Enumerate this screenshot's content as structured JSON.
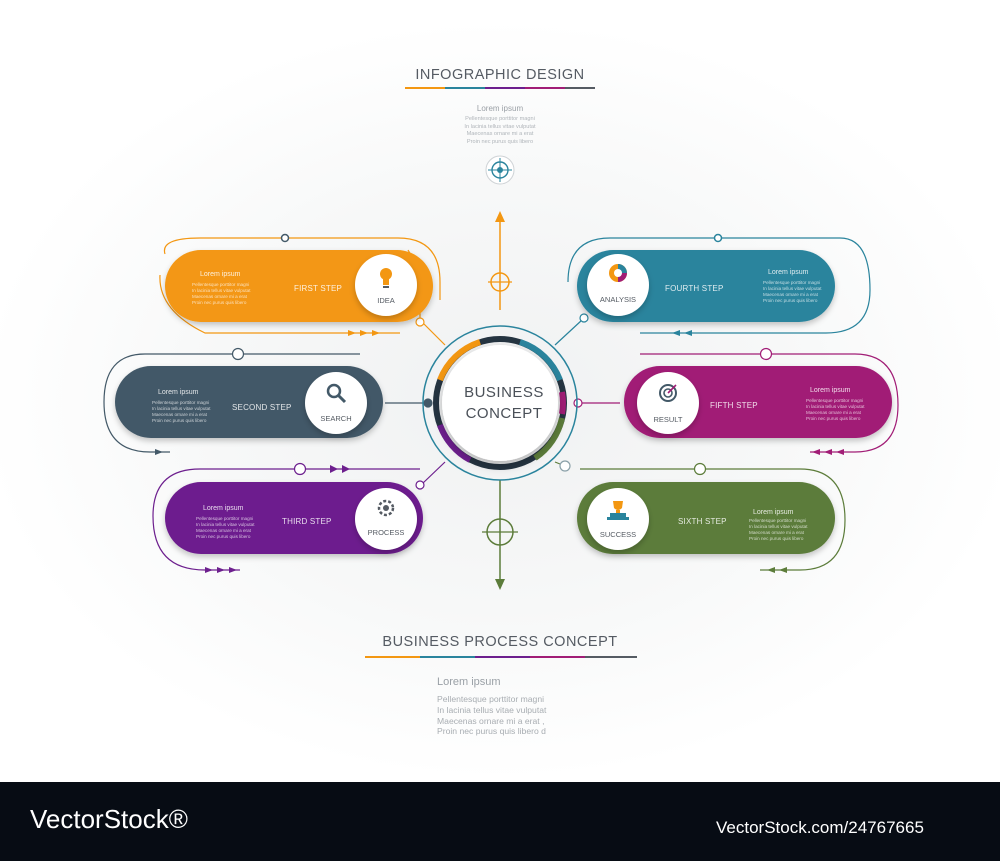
{
  "header": {
    "title": "INFOGRAPHIC DESIGN",
    "lorem": "Lorem ipsum",
    "body": "Pellentesque porttitor magni\nIn lacinia tellus vitae vulputat\nMaecenas ornare mi a erat\nProin nec purus quis libero"
  },
  "center": {
    "line1": "BUSINESS",
    "line2": "CONCEPT"
  },
  "steps": [
    {
      "label": "FIRST STEP",
      "icon_label": "IDEA",
      "icon": "lightbulb-icon",
      "color": "#f39712",
      "lorem": "Lorem ipsum",
      "body": "Pellentesque porttitor magni\nIn lacinia tellus vitae vulputat\nMaecenas ornare mi a erat\nProin nec purus quis libero"
    },
    {
      "label": "SECOND STEP",
      "icon_label": "SEARCH",
      "icon": "magnifier-icon",
      "color": "#435968",
      "lorem": "Lorem ipsum",
      "body": "Pellentesque porttitor magni\nIn lacinia tellus vitae vulputat\nMaecenas ornare mi a erat\nProin nec purus quis libero"
    },
    {
      "label": "THIRD STEP",
      "icon_label": "PROCESS",
      "icon": "gear-icon",
      "color": "#6d1f8e",
      "lorem": "Lorem ipsum",
      "body": "Pellentesque porttitor magni\nIn lacinia tellus vitae vulputat\nMaecenas ornare mi a erat\nProin nec purus quis libero"
    },
    {
      "label": "FOURTH STEP",
      "icon_label": "ANALYSIS",
      "icon": "pie-chart-icon",
      "color": "#2a849d",
      "lorem": "Lorem ipsum",
      "body": "Pellentesque porttitor magni\nIn lacinia tellus vitae vulputat\nMaecenas ornare mi a erat\nProin nec purus quis libero"
    },
    {
      "label": "FIFTH STEP",
      "icon_label": "RESULT",
      "icon": "target-icon",
      "color": "#a11d76",
      "lorem": "Lorem ipsum",
      "body": "Pellentesque porttitor magni\nIn lacinia tellus vitae vulputat\nMaecenas ornare mi a erat\nProin nec purus quis libero"
    },
    {
      "label": "SIXTH STEP",
      "icon_label": "SUCCESS",
      "icon": "trophy-icon",
      "color": "#5c7c3a",
      "lorem": "Lorem ipsum",
      "body": "Pellentesque porttitor magni\nIn lacinia tellus vitae vulputat\nMaecenas ornare mi a erat\nProin nec purus quis libero"
    }
  ],
  "footer_title": "BUSINESS PROCESS CONCEPT",
  "footer_text": {
    "lorem": "Lorem ipsum",
    "body": "Pellentesque porttitor magni\nIn lacinia tellus vitae vulputat\nMaecenas ornare mi a erat ,\nProin nec purus quis libero d"
  },
  "watermark": {
    "brand": "VectorStock®",
    "url": "VectorStock.com/24767665"
  },
  "accents": [
    "#f39712",
    "#2a849d",
    "#6d1f8e",
    "#a11d76",
    "#5c7c3a",
    "#435968"
  ]
}
